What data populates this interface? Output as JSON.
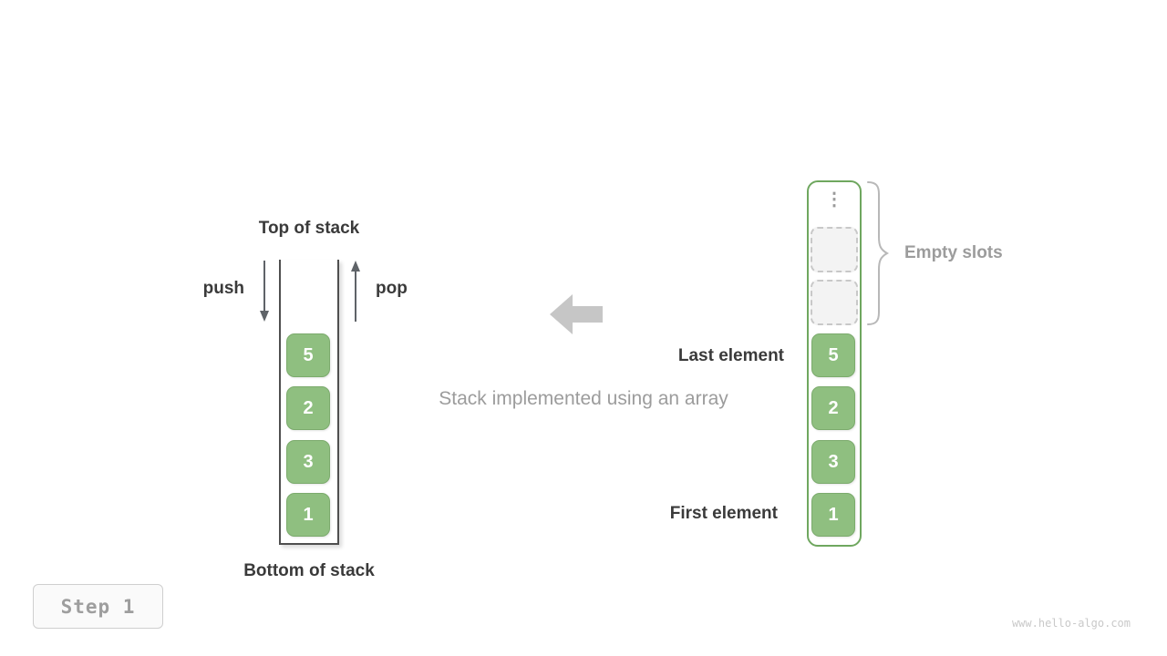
{
  "figure": {
    "caption": "Stack implemented using an array"
  },
  "left_stack": {
    "top_label": "Top of stack",
    "bottom_label": "Bottom of stack",
    "push_label": "push",
    "pop_label": "pop",
    "cells": [
      "5",
      "2",
      "3",
      "1"
    ]
  },
  "right_array": {
    "ellipsis": "⋮",
    "empty_slots_label": "Empty slots",
    "last_element_label": "Last element",
    "first_element_label": "First element",
    "cells": [
      "5",
      "2",
      "3",
      "1"
    ]
  },
  "footer": {
    "step_label": "Step 1",
    "watermark": "www.hello-algo.com"
  },
  "colors": {
    "cell_fill": "#8FBF80",
    "cell_border": "#7CAB6D",
    "array_border": "#6FA75F",
    "gray_text": "#9C9C9C",
    "dark_text": "#3A3A3A",
    "arrow_gray": "#C6C6C6"
  }
}
